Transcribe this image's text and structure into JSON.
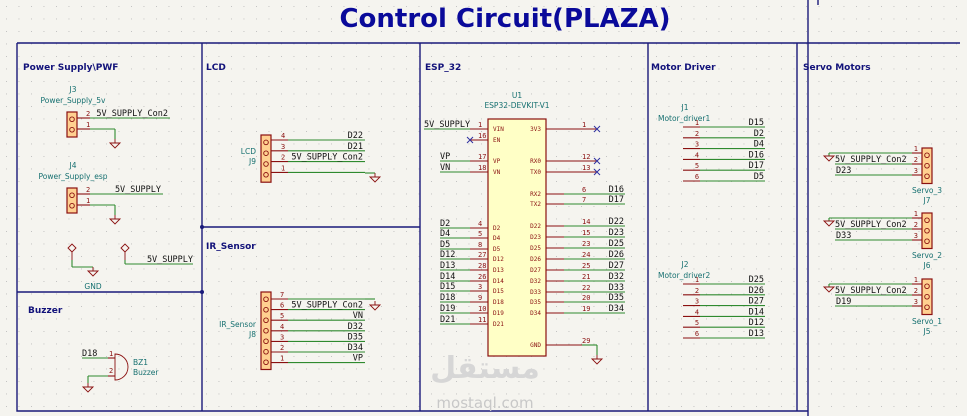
{
  "title": "Control Circuit(PLAZA)",
  "sections": {
    "power": "Power Supply\\PWF",
    "lcd": "LCD",
    "esp": "ESP_32",
    "motor": "Motor Driver",
    "servo": "Servo Motors",
    "ir": "IR_Sensor",
    "buzzer": "Buzzer"
  },
  "power": {
    "j3": {
      "ref": "J3",
      "value": "Power_Supply_5v",
      "pins": [
        {
          "n": "2",
          "net": "5V_SUPPLY_Con2"
        },
        {
          "n": "1",
          "net": ""
        }
      ]
    },
    "j4": {
      "ref": "J4",
      "value": "Power_Supply_esp",
      "pins": [
        {
          "n": "2",
          "net": "5V_SUPPLY"
        },
        {
          "n": "1",
          "net": ""
        }
      ]
    },
    "flag_gnd": "GND",
    "flag_5v": "5V_SUPPLY"
  },
  "lcd": {
    "ref": "J9",
    "value": "LCD",
    "pins": [
      {
        "n": "4",
        "net": "D22"
      },
      {
        "n": "3",
        "net": "D21"
      },
      {
        "n": "2",
        "net": "5V_SUPPLY_Con2"
      },
      {
        "n": "1",
        "net": ""
      }
    ]
  },
  "ir": {
    "ref": "J8",
    "value": "IR_Sensor",
    "pins": [
      {
        "n": "7",
        "net": ""
      },
      {
        "n": "6",
        "net": "5V_SUPPLY_Con2"
      },
      {
        "n": "5",
        "net": "VN"
      },
      {
        "n": "4",
        "net": "D32"
      },
      {
        "n": "3",
        "net": "D35"
      },
      {
        "n": "2",
        "net": "D34"
      },
      {
        "n": "1",
        "net": "VP"
      }
    ]
  },
  "buzzer": {
    "ref": "BZ1",
    "value": "Buzzer",
    "net": "D18",
    "pins": [
      "1",
      "2"
    ]
  },
  "esp": {
    "ref": "U1",
    "value": "ESP32-DEVKIT-V1",
    "left": [
      {
        "name": "VIN",
        "n": "1",
        "net": "5V_SUPPLY"
      },
      {
        "name": "EN",
        "n": "16",
        "net": "",
        "nc": true
      },
      {
        "name": "VP",
        "n": "17",
        "net": "VP"
      },
      {
        "name": "VN",
        "n": "18",
        "net": "VN"
      },
      {
        "name": "D2",
        "n": "4",
        "net": "D2"
      },
      {
        "name": "D4",
        "n": "5",
        "net": "D4"
      },
      {
        "name": "D5",
        "n": "8",
        "net": "D5"
      },
      {
        "name": "D12",
        "n": "27",
        "net": "D12"
      },
      {
        "name": "D13",
        "n": "28",
        "net": "D13"
      },
      {
        "name": "D14",
        "n": "26",
        "net": "D14"
      },
      {
        "name": "D15",
        "n": "3",
        "net": "D15"
      },
      {
        "name": "D18",
        "n": "9",
        "net": "D18"
      },
      {
        "name": "D19",
        "n": "10",
        "net": "D19"
      },
      {
        "name": "D21",
        "n": "11",
        "net": "D21"
      }
    ],
    "right": [
      {
        "name": "3V3",
        "n": "1",
        "net": "",
        "nc": true
      },
      {
        "name": "RX0",
        "n": "12",
        "net": "",
        "nc": true
      },
      {
        "name": "TX0",
        "n": "13",
        "net": "",
        "nc": true
      },
      {
        "name": "RX2",
        "n": "6",
        "net": "D16"
      },
      {
        "name": "TX2",
        "n": "7",
        "net": "D17"
      },
      {
        "name": "D22",
        "n": "14",
        "net": "D22"
      },
      {
        "name": "D23",
        "n": "15",
        "net": "D23"
      },
      {
        "name": "D25",
        "n": "23",
        "net": "D25"
      },
      {
        "name": "D26",
        "n": "24",
        "net": "D26"
      },
      {
        "name": "D27",
        "n": "25",
        "net": "D27"
      },
      {
        "name": "D32",
        "n": "21",
        "net": "D32"
      },
      {
        "name": "D33",
        "n": "22",
        "net": "D33"
      },
      {
        "name": "D35",
        "n": "20",
        "net": "D35"
      },
      {
        "name": "D34",
        "n": "19",
        "net": "D34"
      },
      {
        "name": "GND",
        "n": "29",
        "net": ""
      }
    ]
  },
  "motor": {
    "j1": {
      "ref": "J1",
      "value": "Motor_driver1",
      "pins": [
        {
          "n": "1",
          "net": "D15"
        },
        {
          "n": "2",
          "net": "D2"
        },
        {
          "n": "3",
          "net": "D4"
        },
        {
          "n": "4",
          "net": "D16"
        },
        {
          "n": "5",
          "net": "D17"
        },
        {
          "n": "6",
          "net": "D5"
        }
      ]
    },
    "j2": {
      "ref": "J2",
      "value": "Motor_driver2",
      "pins": [
        {
          "n": "1",
          "net": "D25"
        },
        {
          "n": "2",
          "net": "D26"
        },
        {
          "n": "3",
          "net": "D27"
        },
        {
          "n": "4",
          "net": "D14"
        },
        {
          "n": "5",
          "net": "D12"
        },
        {
          "n": "6",
          "net": "D13"
        }
      ]
    }
  },
  "servo": [
    {
      "ref": "J7",
      "value": "Servo_3",
      "net_power": "5V_SUPPLY_Con2",
      "net_signal": "D23",
      "pins": [
        "1",
        "2",
        "3"
      ]
    },
    {
      "ref": "J6",
      "value": "Servo_2",
      "net_power": "5V_SUPPLY_Con2",
      "net_signal": "D33",
      "pins": [
        "1",
        "2",
        "3"
      ]
    },
    {
      "ref": "J5",
      "value": "Servo_1",
      "net_power": "5V_SUPPLY_Con2",
      "net_signal": "D19",
      "pins": [
        "1",
        "2",
        "3"
      ]
    }
  ],
  "watermark": {
    "text": "mostaql.com",
    "arabic": "مستقل"
  },
  "colors": {
    "frame": "#1a1a7a",
    "wire": "#2f8a2f",
    "pin": "#8a1010",
    "body": "#ffffc6",
    "title": "#0a0a9a"
  }
}
